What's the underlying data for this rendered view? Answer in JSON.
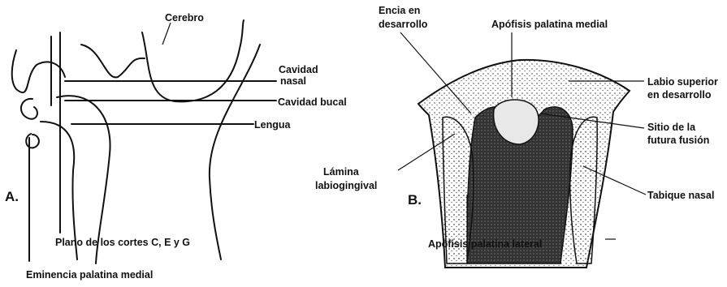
{
  "panel_a": {
    "letter": "A.",
    "labels": {
      "cerebro": "Cerebro",
      "cavidad_nasal_1": "Cavidad",
      "cavidad_nasal_2": "nasal",
      "cavidad_bucal": "Cavidad bucal",
      "lengua": "Lengua",
      "plano_cortes": "Plano de los cortes C, E y G",
      "eminencia": "Eminencia palatina medial"
    }
  },
  "panel_b": {
    "letter": "B.",
    "labels": {
      "encia_1": "Encia en",
      "encia_2": "desarrollo",
      "apofisis_medial": "Apófisis palatina medial",
      "labio_1": "Labio superior",
      "labio_2": "en desarrollo",
      "sitio_1": "Sitio de la",
      "sitio_2": "futura fusión",
      "tabique": "Tabique nasal",
      "lamina_1": "Lámina",
      "lamina_2": "labiogingival",
      "apofisis_lateral": "Apófisis palatina lateral"
    }
  }
}
